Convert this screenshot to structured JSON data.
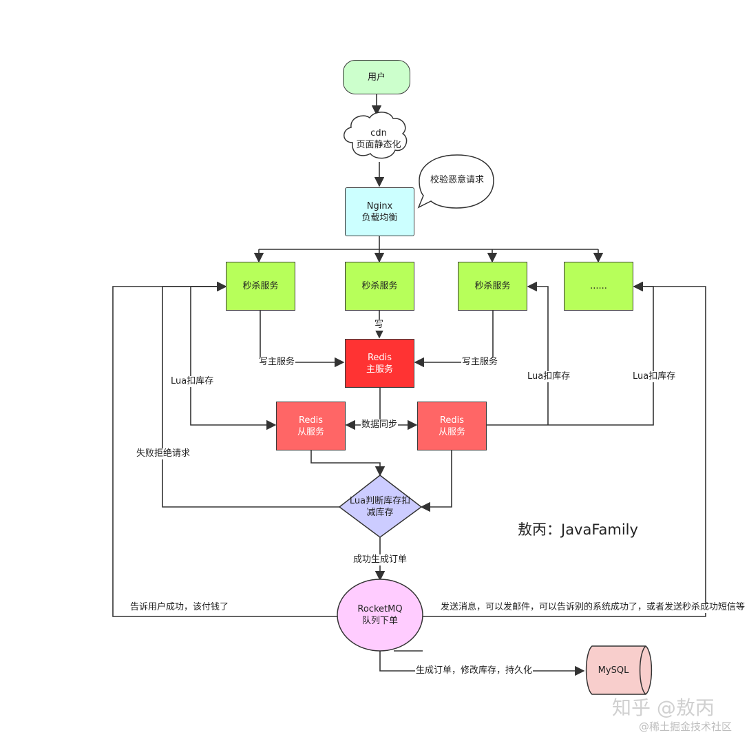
{
  "nodes": {
    "user": "用户",
    "cdn_line1": "cdn",
    "cdn_line2": "页面静态化",
    "callout": "校验恶意请求",
    "nginx_line1": "Nginx",
    "nginx_line2": "负载均衡",
    "seckill_1": "秒杀服务",
    "seckill_2": "秒杀服务",
    "seckill_3": "秒杀服务",
    "seckill_more": "......",
    "redis_master_line1": "Redis",
    "redis_master_line2": "主服务",
    "redis_slave1_line1": "Redis",
    "redis_slave1_line2": "从服务",
    "redis_slave2_line1": "Redis",
    "redis_slave2_line2": "从服务",
    "lua_decision_line1": "Lua判断库存扣",
    "lua_decision_line2": "减库存",
    "mq_line1": "RocketMQ",
    "mq_line2": "队列下单",
    "mysql": "MySQL"
  },
  "edge_labels": {
    "write": "写",
    "write_master_left": "写主服务",
    "write_master_right": "写主服务",
    "lua_deduct_left": "Lua扣库存",
    "lua_deduct_mid": "Lua扣库存",
    "lua_deduct_right": "Lua扣库存",
    "data_sync": "数据同步",
    "fail_reject": "失败拒绝请求",
    "success_order": "成功生成订单",
    "tell_user": "告诉用户成功，该付钱了",
    "send_message": "发送消息，可以发邮件，可以告诉别的系统成功了，或者发送秒杀成功短信等",
    "persist": "生成订单，修改库存，持久化"
  },
  "author": "敖丙：JavaFamily",
  "watermarks": {
    "zhihu": "知乎 @敖丙",
    "juejin": "@稀土掘金技术社区"
  },
  "colors": {
    "user": "#ccffcc",
    "nginx": "#ccffff",
    "seckill": "#b7ff5a",
    "redis_master": "#ff3333",
    "redis_slave": "#ff6666",
    "lua": "#ccccff",
    "mq": "#ffccff",
    "mysql": "#f8cecc"
  }
}
